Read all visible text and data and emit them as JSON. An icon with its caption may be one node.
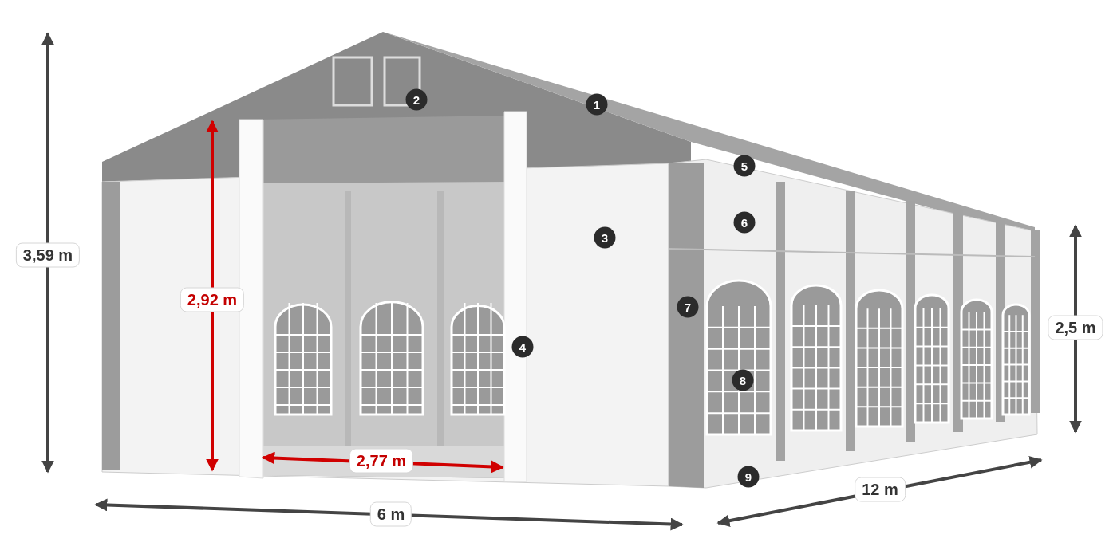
{
  "diagram": {
    "labels": [
      "2",
      "1",
      "5",
      "3",
      "6",
      "3,59 m",
      "2,92 m",
      "7",
      "2,5 m",
      "4",
      "8",
      "2,77 m",
      "9",
      "12 m",
      "6 m"
    ]
  }
}
